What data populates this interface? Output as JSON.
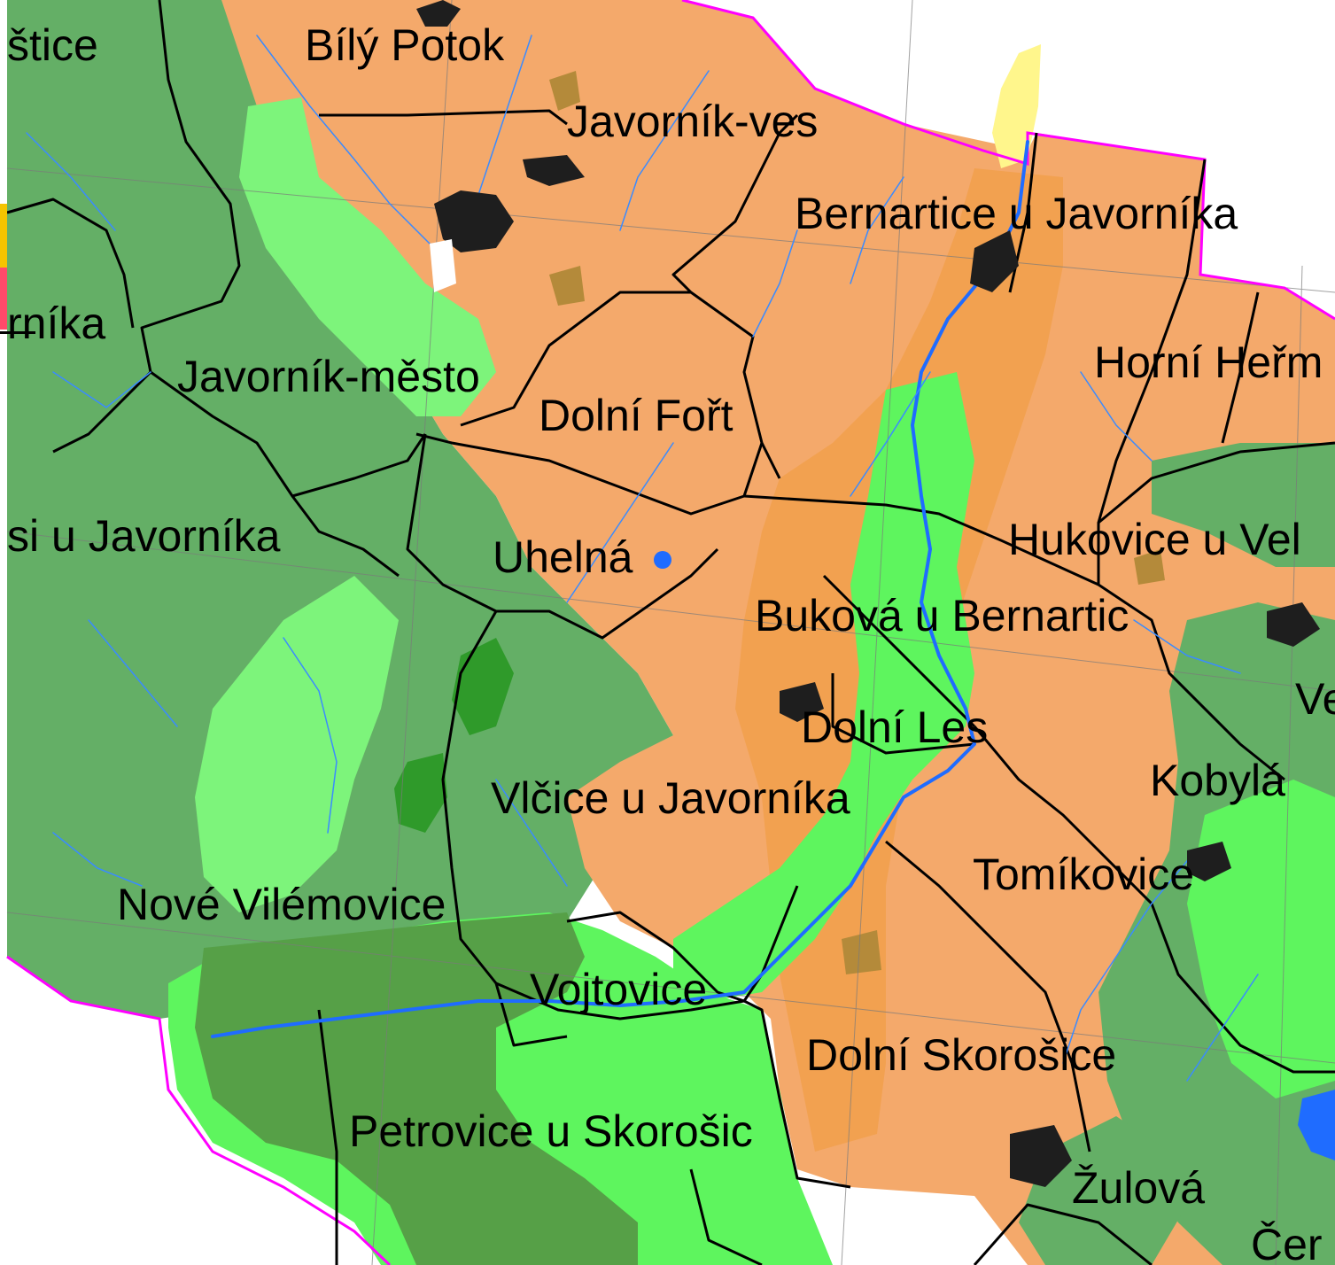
{
  "colors": {
    "agricultural": "#f4a96b",
    "agricultural_dark": "#f2a150",
    "forest": "#64af66",
    "forest_mid": "#56a047",
    "forest_dark": "#2f9a2a",
    "meadow": "#5ef55e",
    "meadow_soft": "#7df47b",
    "water_area": "#fff68c",
    "river": "#1f6cff",
    "stream": "#3a8bff",
    "boundary_cadastral": "#000000",
    "boundary_region": "#ff00ff",
    "grid": "#7a7a7a",
    "settlement": "#1e1e1e",
    "brown_patch": "#b48a3a"
  },
  "labels": {
    "stice": "štice",
    "bily_potok": "Bílý Potok",
    "javornik_ves": "Javorník-ves",
    "bernartice": "Bernartice u Javorníka",
    "rnika": "rníka",
    "horni_herm": "Horní Heřm",
    "javornik_mesto": "Javorník-město",
    "dolni_fort": "Dolní Fořt",
    "si_u_javornika": "si u Javorníka",
    "hukovice": "Hukovice u Vel",
    "uhelna": "Uhelná",
    "bukova": "Buková u Bernartic",
    "ve": "Ve",
    "dolni_les": "Dolní Les",
    "kobyla": "Kobylá",
    "vlcice": "Vlčice u Javorníka",
    "tomikovice": "Tomíkovice",
    "nove_vilemovice": "Nové Vilémovice",
    "vojtovice": "Vojtovice",
    "dolni_skorosice": "Dolní Skorošice",
    "petrovice": "Petrovice u Skorošic",
    "zulova": "Žulová",
    "cer": "Čer"
  }
}
